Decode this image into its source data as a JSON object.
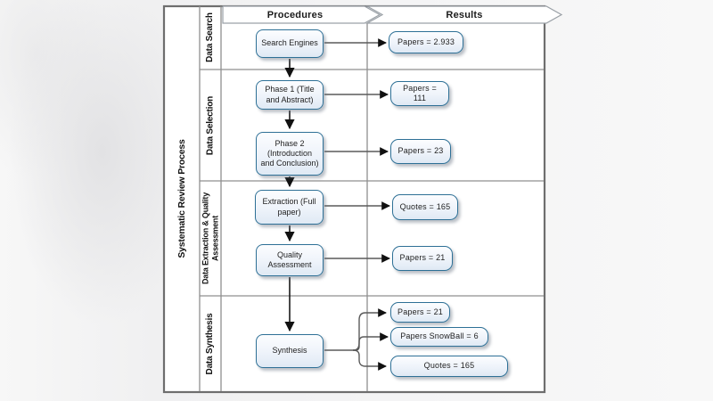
{
  "window": {
    "background": "#f4f4f5"
  },
  "diagram": {
    "title": "Systematic Review Process",
    "header": {
      "procedures": "Procedures",
      "results": "Results"
    },
    "lanes": [
      {
        "label": "Data Search"
      },
      {
        "label": "Data Selection"
      },
      {
        "label": "Data Extraction & Quality Assessment"
      },
      {
        "label": "Data Synthesis"
      }
    ],
    "procedures": [
      {
        "label": "Search Engines"
      },
      {
        "label": "Phase 1 (Title and Abstract)"
      },
      {
        "label": "Phase 2 (Introduction and Conclusion)"
      },
      {
        "label": "Extraction (Full paper)"
      },
      {
        "label": "Quality Assessment"
      },
      {
        "label": "Synthesis"
      }
    ],
    "results": [
      {
        "label": "Papers = 2.933"
      },
      {
        "label": "Papers = 111"
      },
      {
        "label": "Papers = 23"
      },
      {
        "label": "Quotes = 165"
      },
      {
        "label": "Papers = 21"
      },
      {
        "label": "Papers = 21"
      },
      {
        "label": "Papers SnowBall = 6"
      },
      {
        "label": "Quotes = 165"
      }
    ],
    "colors": {
      "box_border": "#2e7096",
      "box_fill_top": "#fcfdff",
      "box_fill_bottom": "#dfe9f4",
      "grid_line": "#8f8f8f",
      "outer_border": "#6e6e6e",
      "connector": "#5a5a5a",
      "arrowhead": "#111111",
      "banner_border": "#9aa0a6",
      "text": "#222222",
      "page_background": "#f4f4f5"
    }
  }
}
